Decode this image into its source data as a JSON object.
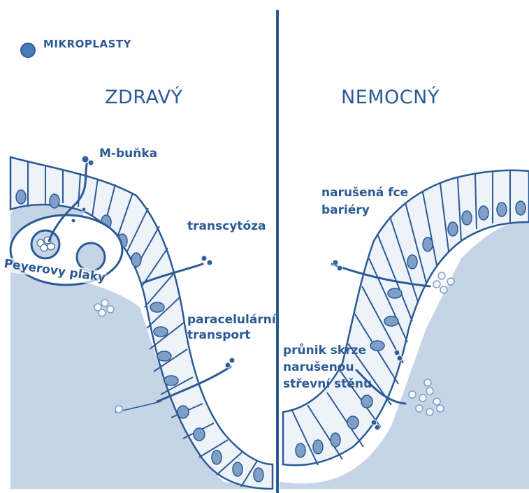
{
  "legend": {
    "marker_icon": "microplastic-particle-icon",
    "label": "MIKROPLASTY"
  },
  "panels": {
    "healthy": {
      "title": "ZDRAVÝ"
    },
    "diseased": {
      "title": "NEMOCNÝ"
    }
  },
  "labels": {
    "m_cell": "M-buňka",
    "peyer": "Peyerovy plaky",
    "transcytosis": "transcytóza",
    "paracellular_1": "paracelulární",
    "paracellular_2": "transport",
    "barrier_1": "narušená fce",
    "barrier_2": "bariéry",
    "leak_1": "průnik skrze",
    "leak_2": "narušenou",
    "leak_3": "střevní stěnu"
  },
  "colors": {
    "ink": "#2b5a94",
    "tissue": "#c6d4e8",
    "cell_fill": "#eef3fa",
    "nucleus": "#7f9fc8",
    "particle": "#2e5f9f",
    "particle_light": "#f4f7fc"
  }
}
